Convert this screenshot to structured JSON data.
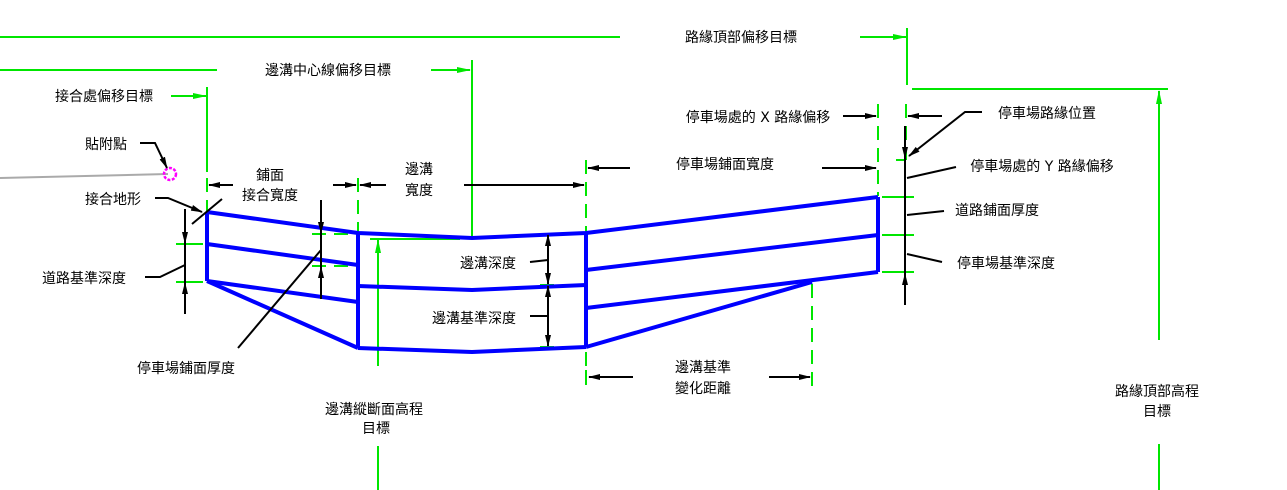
{
  "diagram": {
    "title": "Parking lot subassembly parameters",
    "colors": {
      "structure": "#0000ff",
      "target_lines": "#00e600",
      "leaders": "#000000",
      "attach_point": "#ff00ff",
      "terrain": "#aaaaaa"
    },
    "labels": {
      "curb_top_offset_target": "路緣頂部偏移目標",
      "ditch_centerline_offset_target": "邊溝中心線偏移目標",
      "tie_in_offset_target": "接合處偏移目標",
      "attach_point": "貼附點",
      "tie_in_surface": "接合地形",
      "paving_tie_in_width_1": "鋪面",
      "paving_tie_in_width_2": "接合寬度",
      "ditch_width_1": "邊溝",
      "ditch_width_2": "寬度",
      "road_subbase_depth": "道路基準深度",
      "parking_paving_thickness": "停車場鋪面厚度",
      "ditch_depth": "邊溝深度",
      "ditch_subbase_depth": "邊溝基準深度",
      "ditch_profile_elev_target_1": "邊溝縱斷面高程",
      "ditch_profile_elev_target_2": "目標",
      "parking_paving_width": "停車場鋪面寬度",
      "x_curb_offset_at_parking": "停車場處的 X 路緣偏移",
      "parking_curb_location": "停車場路緣位置",
      "y_curb_offset_at_parking": "停車場處的 Y 路緣偏移",
      "road_paving_thickness": "道路鋪面厚度",
      "parking_subbase_depth": "停車場基準深度",
      "ditch_subbase_transition_1": "邊溝基準",
      "ditch_subbase_transition_2": "變化距離",
      "curb_top_elev_target_1": "路緣頂部高程",
      "curb_top_elev_target_2": "目標"
    }
  }
}
